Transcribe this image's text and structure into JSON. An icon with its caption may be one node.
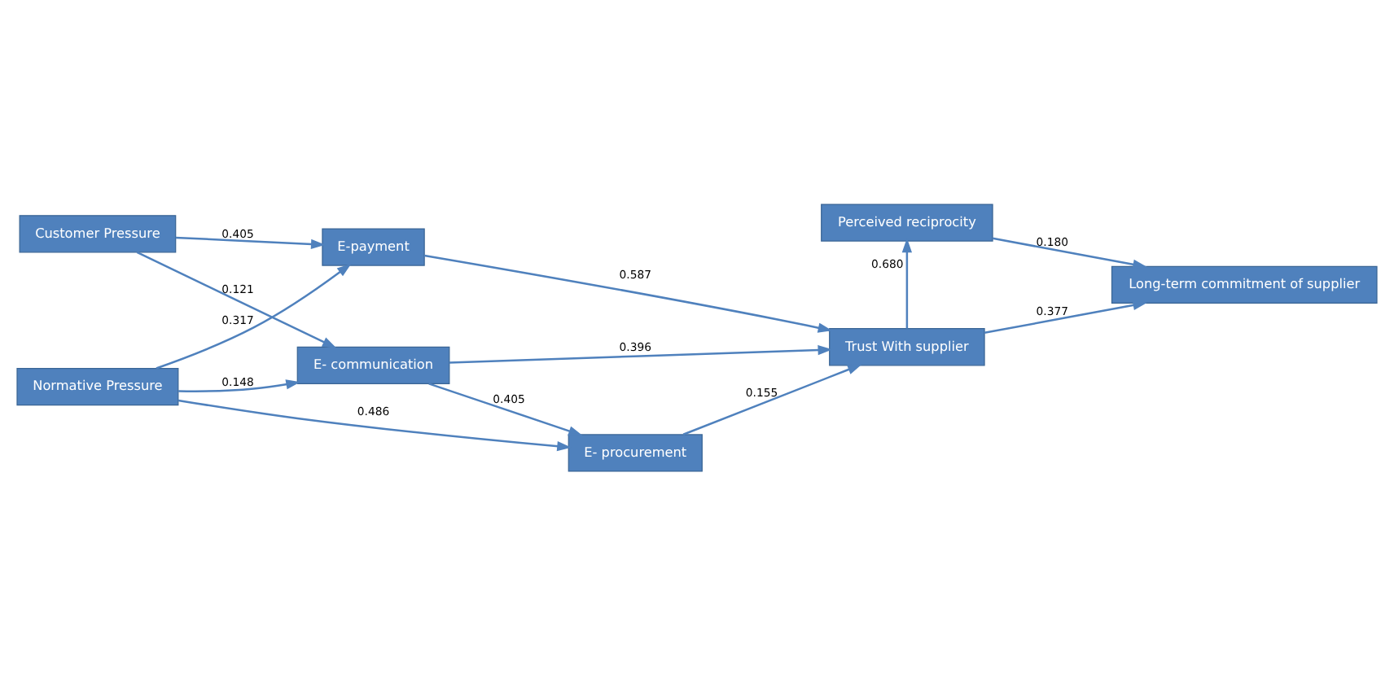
{
  "diagram": {
    "nodes": [
      {
        "text": [
          "Customer Pressure"
        ]
      },
      {
        "text": [
          "E-payment"
        ]
      },
      {
        "text": [
          "Perceived reciprocity"
        ]
      },
      {
        "text": [
          "Normative Pressure"
        ]
      },
      {
        "text": [
          "E- communication"
        ]
      },
      {
        "text": [
          "Trust With supplier"
        ]
      },
      {
        "text": [
          "Long-term commitment of supplier"
        ]
      },
      {
        "text": [
          "E- procurement"
        ]
      }
    ],
    "edges": [
      {
        "from": 0,
        "to": 1,
        "arrow": "to",
        "label": "0.405"
      },
      {
        "from": 0,
        "to": 4,
        "arrow": "to",
        "label": "0.121"
      },
      {
        "from": 3,
        "to": 1,
        "arrow": "to",
        "label": "0.317"
      },
      {
        "from": 3,
        "to": 4,
        "arrow": "to",
        "label": "0.148"
      },
      {
        "from": 3,
        "to": 7,
        "arrow": "to",
        "label": "0.486"
      },
      {
        "from": 1,
        "to": 5,
        "arrow": "to",
        "label": "0.587"
      },
      {
        "from": 4,
        "to": 5,
        "arrow": "to",
        "label": "0.396"
      },
      {
        "from": 4,
        "to": 7,
        "arrow": "to",
        "label": "0.405"
      },
      {
        "from": 7,
        "to": 5,
        "arrow": "to",
        "label": "0.155"
      },
      {
        "from": 5,
        "to": 2,
        "arrow": "to",
        "label": "0.680"
      },
      {
        "from": 2,
        "to": 6,
        "arrow": "to",
        "label": "0.180"
      },
      {
        "from": 5,
        "to": 6,
        "arrow": "to",
        "label": "0.377"
      }
    ]
  }
}
